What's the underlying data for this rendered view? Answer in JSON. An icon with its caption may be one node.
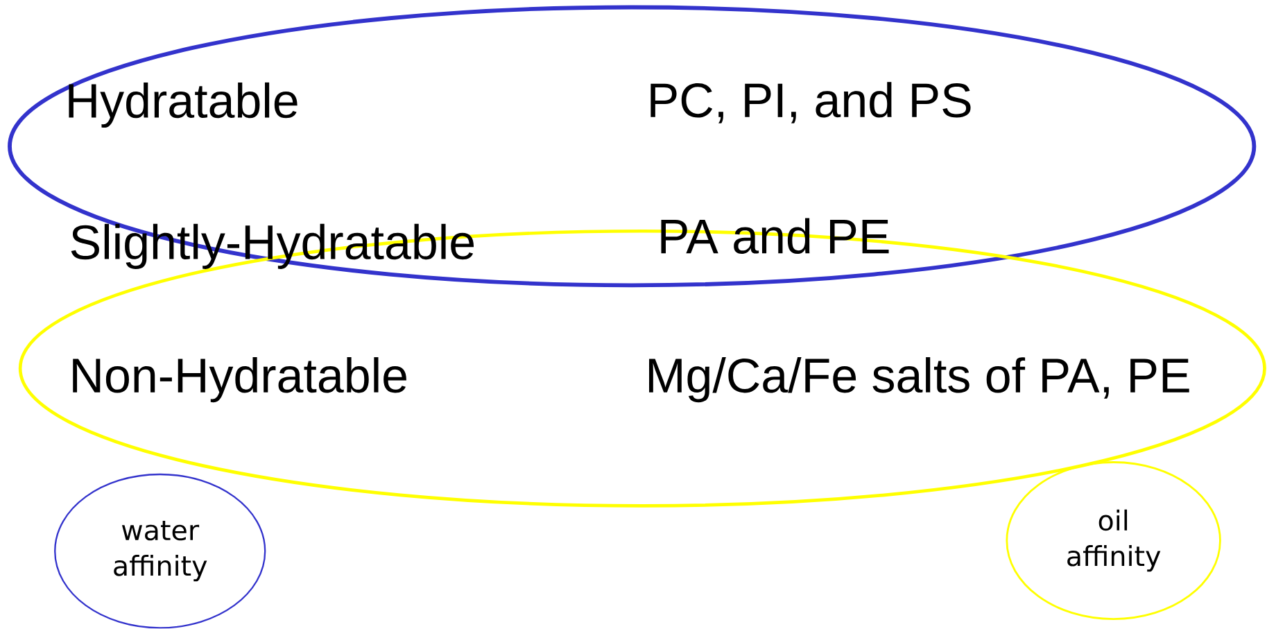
{
  "diagram": {
    "nodes": [
      {
        "text": [
          "Hydratable",
          "PC, PI,  and PS"
        ]
      },
      {
        "text": [
          "Non-Hydratable",
          "Mg/Ca/Fe salts of PA, PE"
        ]
      },
      {
        "text": [
          "water affinity"
        ]
      },
      {
        "text": [
          "oil affinity"
        ]
      }
    ],
    "labels": [
      "Slightly-Hydratable",
      "PA and PE"
    ]
  }
}
